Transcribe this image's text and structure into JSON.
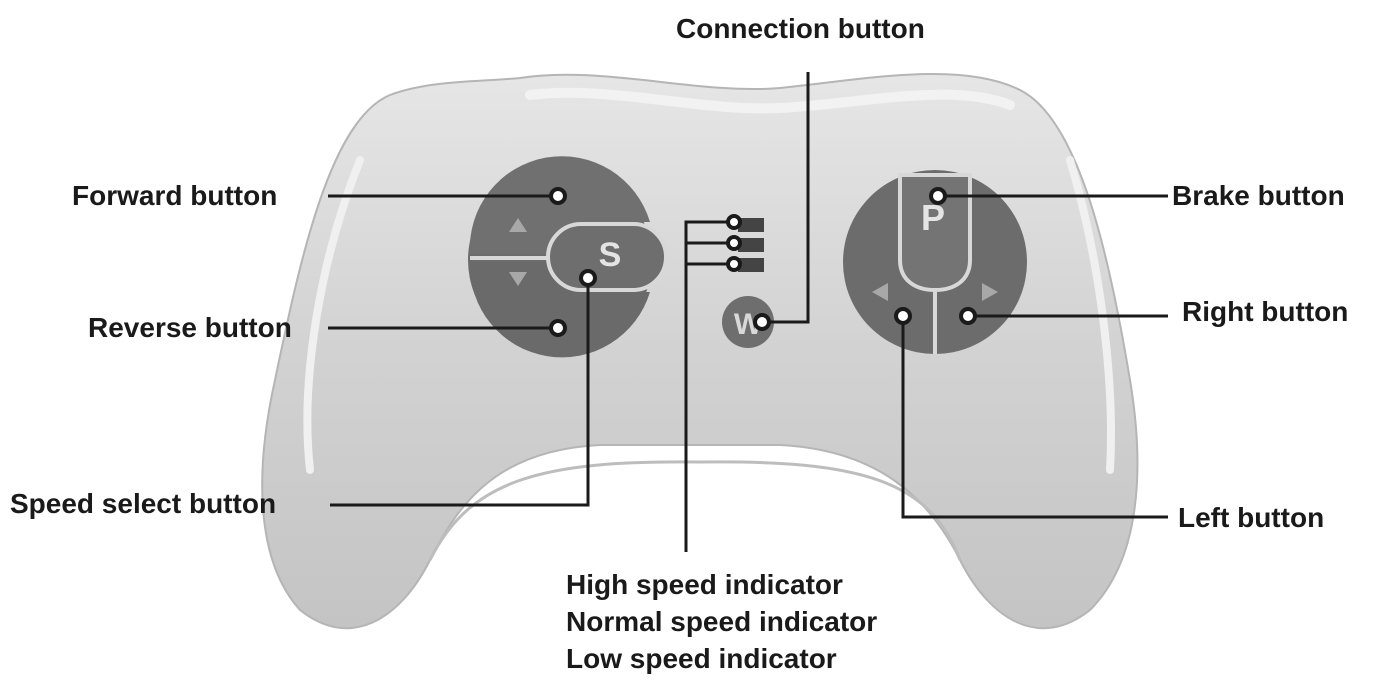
{
  "labels": {
    "connection": "Connection button",
    "forward": "Forward button",
    "reverse": "Reverse button",
    "speed_select": "Speed select button",
    "brake": "Brake button",
    "right": "Right button",
    "left": "Left button",
    "high_speed": "High speed indicator",
    "normal_speed": "Normal speed indicator",
    "low_speed": "Low speed indicator"
  },
  "button_glyphs": {
    "speed": "S",
    "brake": "P",
    "connection": "W"
  },
  "colors": {
    "controller_body": "#cfcfcf",
    "button_dark": "#6a6a6a",
    "leader_line": "#1a1a1a"
  }
}
